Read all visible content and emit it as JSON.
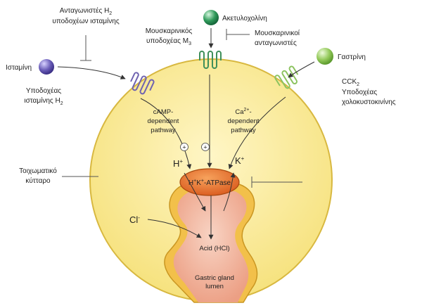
{
  "histamine_antagonists": {
    "line1_pre": "Ανταγωνιστές H",
    "line1_sub": "2",
    "line2": "υποδοχέων ισταμίνης"
  },
  "acetylcholine": "Ακετυλοχολίνη",
  "muscarinic_receptor": {
    "line1": "Μουσκαρινικός",
    "line2_pre": "υποδοχέας M",
    "line2_sub": "3"
  },
  "muscarinic_antagonists": {
    "line1": "Μουσκαρινικοί",
    "line2": "ανταγωνιστές"
  },
  "histamine": "Ισταμίνη",
  "histamine_receptor": {
    "line1": "Υποδοχέας",
    "line2_pre": "ισταμίνης H",
    "line2_sub": "2"
  },
  "gastrin": "Γαστρίνη",
  "cck_receptor": {
    "line1_pre": "CCK",
    "line1_sub": "2",
    "line2": "Υποδοχέας",
    "line3": "χολοκυστοκινίνης"
  },
  "camp_pathway": {
    "line1": "cAMP-",
    "line2": "dependent",
    "line3": "pathway"
  },
  "ca_pathway": {
    "line1_pre": "Ca",
    "line1_sup": "2+",
    "line1_post": "-",
    "line2": "dependent",
    "line3": "pathway"
  },
  "plus_symbol": "+",
  "proton": {
    "base": "H",
    "sup": "+"
  },
  "potassium": {
    "base": "K",
    "sup": "+"
  },
  "pump": {
    "h": "H",
    "h_sup": "+",
    "k": "K",
    "k_sup": "+",
    "post": "-ATPase"
  },
  "parietal_cell": {
    "line1": "Τοιχωματικό",
    "line2": "κύτταρο"
  },
  "chloride": {
    "base": "Cl",
    "sup": "-"
  },
  "acid": "Acid (HCl)",
  "lumen": {
    "line1": "Gastric gland",
    "line2": "lumen"
  },
  "colors": {
    "cell_fill": "#fbeea0",
    "cell_stroke": "#c9a227",
    "histamine_ball": "#6a5db8",
    "acetylcholine_ball": "#2f9a5a",
    "gastrin_ball": "#93c95a",
    "pump_fill": "#e8732a",
    "lumen_fill": "#f3b9a3",
    "receptor_purple": "#6f63b0",
    "receptor_green": "#5aa050",
    "receptor_lightgreen": "#8cc35f"
  }
}
